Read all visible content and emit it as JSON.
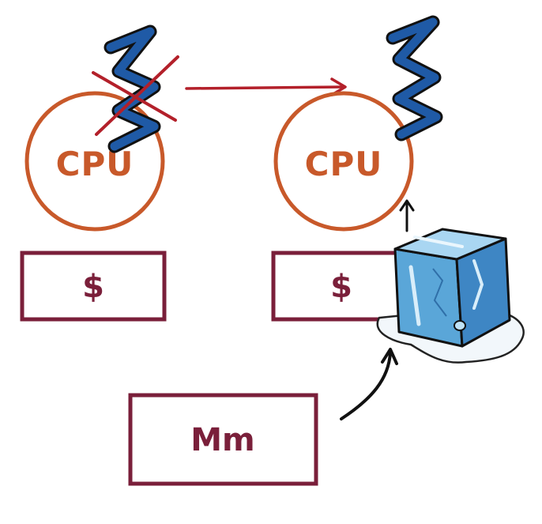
{
  "left_group": {
    "cpu_label": "CPU",
    "cache_label": "$"
  },
  "right_group": {
    "cpu_label": "CPU",
    "cache_label": "$"
  },
  "memory_label": "Mm",
  "icons": {
    "thread_left": "blue-thread-squiggle-icon",
    "thread_right": "blue-thread-squiggle-icon",
    "cross_out": "red-x-icon",
    "ice_cube": "ice-cube-icon"
  },
  "colors": {
    "cpu_circle": "#c8592a",
    "box_border": "#7a1f3a",
    "thread": "#1f5aa6",
    "cross": "#b3202a",
    "arrow_red": "#b3202a",
    "arrow_black": "#111111",
    "ice": "#5aa6d8"
  }
}
